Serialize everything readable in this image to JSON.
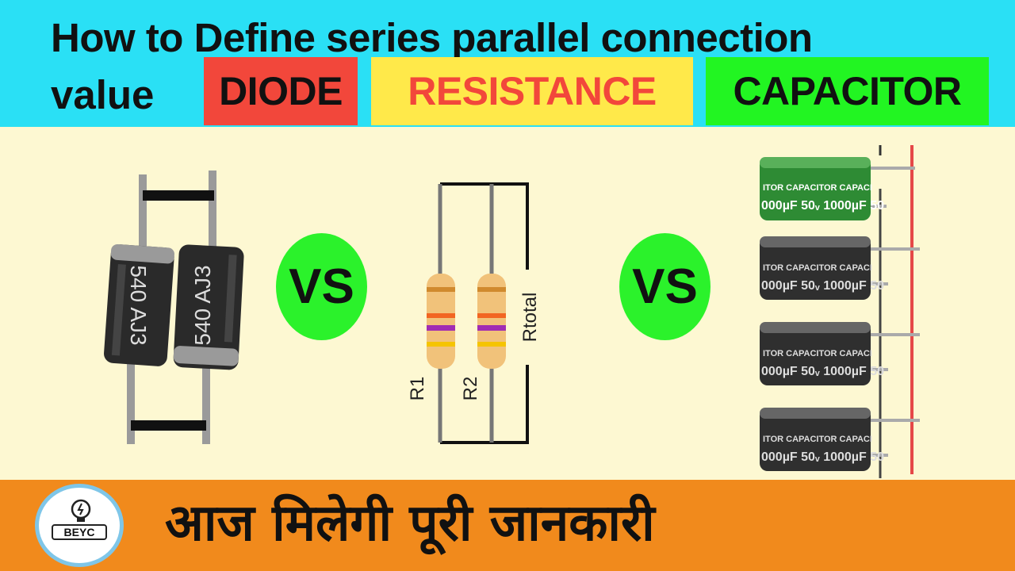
{
  "header": {
    "title_line1": "How to Define series parallel connection",
    "title_value": "value",
    "tag_diode": "DIODE",
    "tag_resistance": "RESISTANCE",
    "tag_capacitor": "CAPACITOR"
  },
  "main": {
    "vs_left": "VS",
    "vs_right": "VS",
    "diode_left_marking": "540 AJ3",
    "diode_right_marking": "540 AJ3",
    "resistor_r1": "R1",
    "resistor_r2": "R2",
    "resistor_total": "Rtotal",
    "capacitor_label": "ITOR CAPACITOR CAPACI",
    "capacitor_rating": "000µF 50ᵥ 1000µF 50"
  },
  "footer": {
    "logo_text": "BEYC",
    "hindi_text": "आज मिलेगी पूरी जानकारी"
  },
  "colors": {
    "header_bg": "#2AE0F5",
    "main_bg": "#FDF8D2",
    "footer_bg": "#F18A1C",
    "diode_tag": "#F2473B",
    "resistance_tag": "#FFE94A",
    "capacitor_tag": "#22F522",
    "vs_badge": "#2BF22B"
  }
}
